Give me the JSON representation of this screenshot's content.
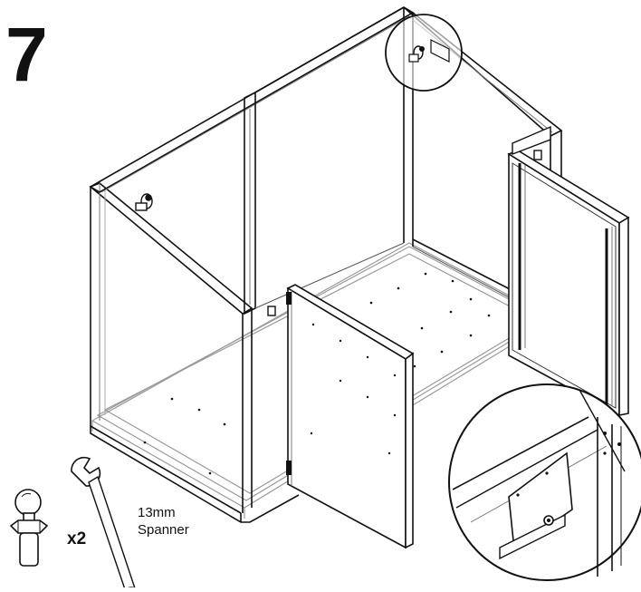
{
  "step": {
    "number": "7"
  },
  "parts": {
    "quantity": "x2",
    "part_icon": "cam-bolt-icon"
  },
  "tool": {
    "size": "13mm",
    "name": "Spanner",
    "tool_icon": "spanner-icon"
  },
  "colors": {
    "line": "#111111",
    "ghost": "#9a9a9a",
    "background": "#ffffff"
  }
}
